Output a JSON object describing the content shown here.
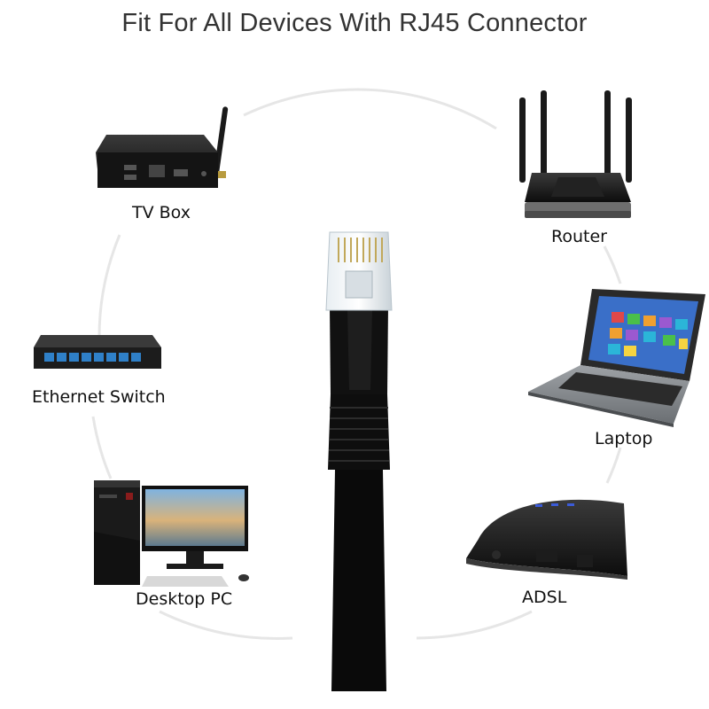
{
  "title": "Fit For All Devices With RJ45 Connector",
  "devices": [
    {
      "label": "TV Box",
      "icon": "tv-box-icon"
    },
    {
      "label": "Router",
      "icon": "router-icon"
    },
    {
      "label": "Ethernet Switch",
      "icon": "ethernet-switch-icon"
    },
    {
      "label": "Laptop",
      "icon": "laptop-icon"
    },
    {
      "label": "Desktop PC",
      "icon": "desktop-pc-icon"
    },
    {
      "label": "ADSL",
      "icon": "adsl-modem-icon"
    }
  ],
  "colors": {
    "title": "#333333",
    "ring": "#e6e6e6",
    "cable": "#0a0a0a",
    "port_blue": "#2f80c8"
  }
}
